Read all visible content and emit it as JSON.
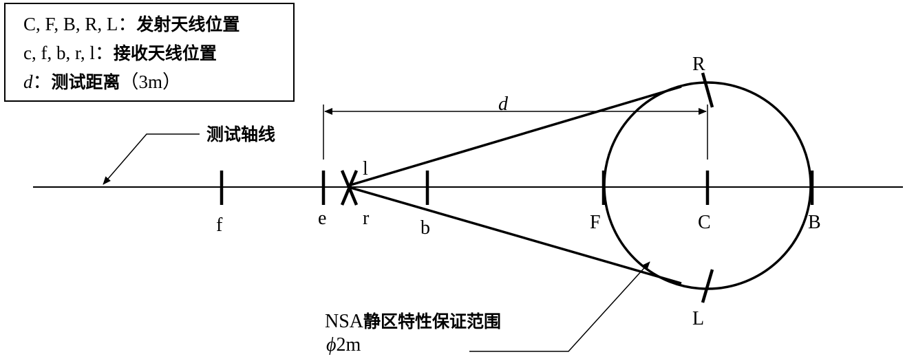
{
  "legend": {
    "transmit_key": "C, F, B, R, L：",
    "transmit_desc": "发射天线位置",
    "receive_key": "c, f, b, r, l：",
    "receive_desc": "接收天线位置",
    "distance_key": "d",
    "distance_colon": "：",
    "distance_desc": "测试距离",
    "distance_value": "（3m）"
  },
  "labels": {
    "test_axis": "测试轴线",
    "distance": "d",
    "f": "f",
    "e": "e",
    "r": "r",
    "l": "l",
    "b": "b",
    "F": "F",
    "C": "C",
    "B": "B",
    "R": "R",
    "L": "L",
    "quiet_zone_prefix": "NSA",
    "quiet_zone_desc": "静区特性保证范围",
    "quiet_zone_diameter_symbol": "ϕ",
    "quiet_zone_diameter_value": "2m"
  }
}
